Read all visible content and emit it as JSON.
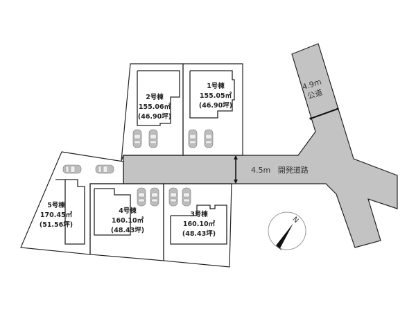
{
  "lots": [
    {
      "id": "1",
      "name": "1号棟",
      "area_m2": "155.05㎡",
      "area_tsubo": "(46.90坪)"
    },
    {
      "id": "2",
      "name": "2号棟",
      "area_m2": "155.06㎡",
      "area_tsubo": "(46.90坪)"
    },
    {
      "id": "3",
      "name": "3号棟",
      "area_m2": "160.10㎡",
      "area_tsubo": "(48.43坪)"
    },
    {
      "id": "4",
      "name": "4号棟",
      "area_m2": "160.10㎡",
      "area_tsubo": "(48.43坪)"
    },
    {
      "id": "5",
      "name": "5号棟",
      "area_m2": "170.45㎡",
      "area_tsubo": "(51.56坪)"
    }
  ],
  "roads": {
    "development_road": {
      "width": "4.5m",
      "label": "開発道路"
    },
    "public_road": {
      "width": "4.9m",
      "label": "公道"
    }
  },
  "compass": {
    "direction_label": "N"
  },
  "colors": {
    "road_fill": "#c3c3c3",
    "line": "#222222",
    "car_fill": "#bdbdbd"
  }
}
